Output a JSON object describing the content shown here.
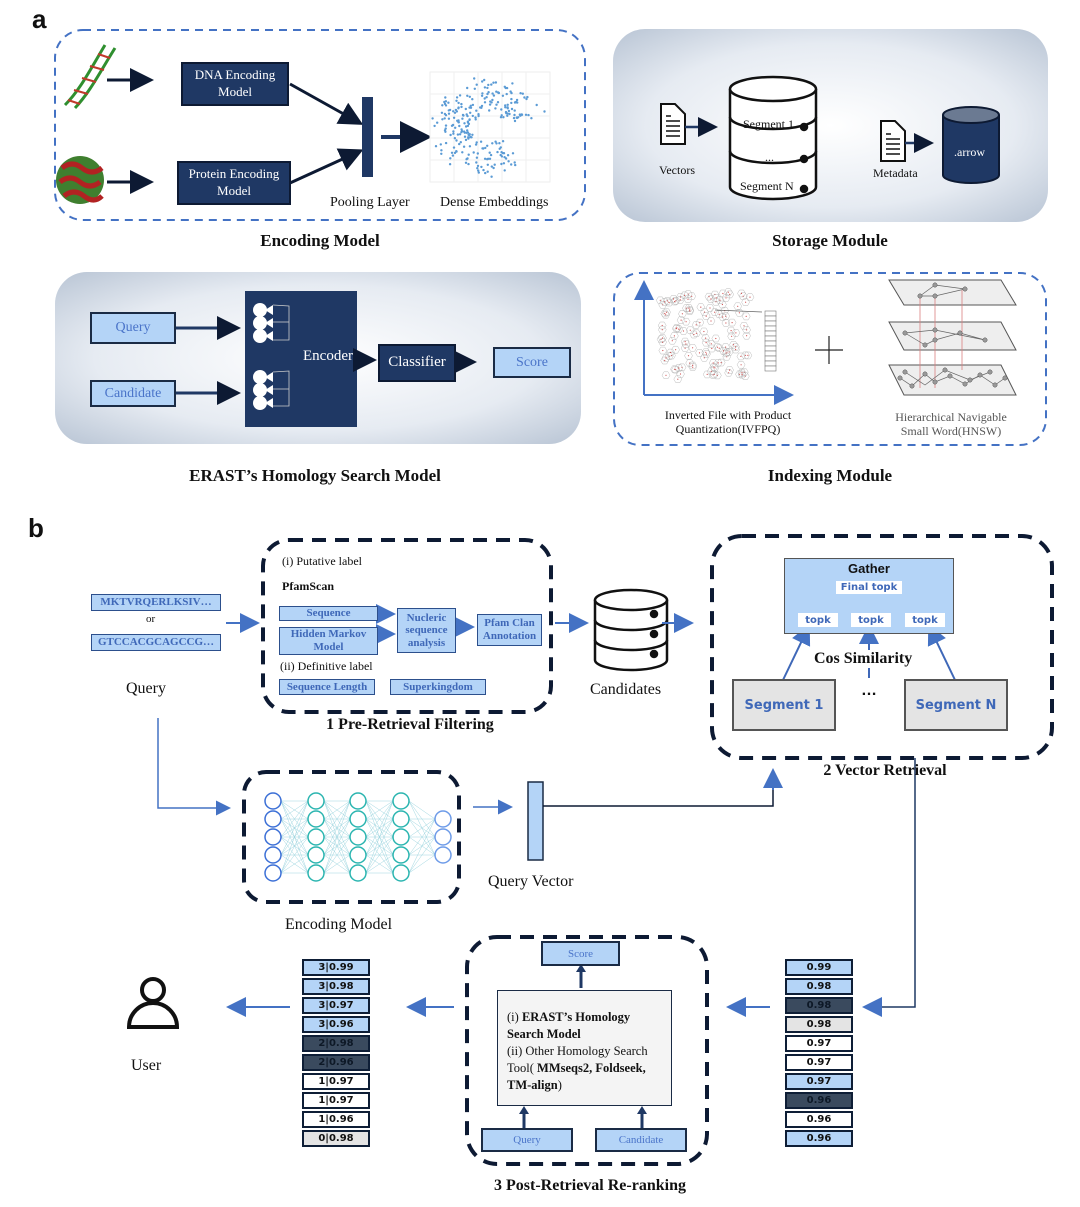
{
  "panel_a": {
    "letter": "a",
    "encoding_model": {
      "caption": "Encoding Model",
      "dna_box": "DNA Encoding Model",
      "protein_box": "Protein Encoding Model",
      "pooling_label": "Pooling Layer",
      "embeddings_label": "Dense Embeddings"
    },
    "storage_module": {
      "caption": "Storage Module",
      "vectors_label": "Vectors",
      "segments": [
        "Segment 1",
        "...",
        "Segment N"
      ],
      "metadata_label": "Metadata",
      "arrow_db_label": ".arrow"
    },
    "homology_model": {
      "caption": "ERAST’s Homology Search Model",
      "query": "Query",
      "candidate": "Candidate",
      "encoder": "Encoder",
      "classifier": "Classifier",
      "score": "Score"
    },
    "indexing_module": {
      "caption": "Indexing Module",
      "ivfpq_label_line1": "Inverted File with Product",
      "ivfpq_label_line2": "Quantization(IVFPQ)",
      "plus": "+",
      "hnsw_label_line1": "Hierarchical Navigable",
      "hnsw_label_line2": "Small Word(HNSW)"
    }
  },
  "panel_b": {
    "letter": "b",
    "query": {
      "protein_seq": "MKTVRQERLKSIV…",
      "or": "or",
      "dna_seq": "GTCCACGCAGCCG…",
      "label": "Query"
    },
    "pre_retrieval": {
      "caption": "1 Pre-Retrieval Filtering",
      "putative_label": "(i) Putative label",
      "pfamscan": "PfamScan",
      "sequence": "Sequence",
      "hmm": "Hidden Markov Model",
      "nucleric": "Nucleric sequence analysis",
      "pfam_clan": "Pfam Clan Annotation",
      "definitive_label": "(ii) Definitive label",
      "sequence_length": "Sequence Length",
      "superkingdom": "Superkingdom"
    },
    "candidates_label": "Candidates",
    "vector_retrieval": {
      "caption": "2 Vector Retrieval",
      "gather": "Gather",
      "final_topk": "Final topk",
      "topk": [
        "topk",
        "topk",
        "topk"
      ],
      "cos_similarity": "Cos Similarity",
      "segment_1": "Segment 1",
      "ellipsis": "…",
      "segment_n": "Segment N"
    },
    "encoding_model_label": "Encoding Model",
    "query_vector_label": "Query Vector",
    "reranking": {
      "caption": "3 Post-Retrieval Re-ranking",
      "score": "Score",
      "method_i_prefix": "(i) ",
      "method_i_bold": "ERAST’s Homology Search Model",
      "method_ii_prefix": "(ii) Other Homology Search Tool( ",
      "method_ii_bold": "MMseqs2, Foldseek, TM-align",
      "method_ii_suffix": ")",
      "query": "Query",
      "candidate": "Candidate"
    },
    "retrieved_scores": [
      {
        "text": "0.99",
        "style": "light"
      },
      {
        "text": "0.98",
        "style": "light"
      },
      {
        "text": "0.98",
        "style": "dark"
      },
      {
        "text": "0.98",
        "style": "gray"
      },
      {
        "text": "0.97",
        "style": "white"
      },
      {
        "text": "0.97",
        "style": "white"
      },
      {
        "text": "0.97",
        "style": "light"
      },
      {
        "text": "0.96",
        "style": "dark"
      },
      {
        "text": "0.96",
        "style": "white"
      },
      {
        "text": "0.96",
        "style": "light"
      }
    ],
    "reranked_scores": [
      {
        "text": "3|0.99",
        "style": "light"
      },
      {
        "text": "3|0.98",
        "style": "light"
      },
      {
        "text": "3|0.97",
        "style": "light"
      },
      {
        "text": "3|0.96",
        "style": "light"
      },
      {
        "text": "2|0.98",
        "style": "dark"
      },
      {
        "text": "2|0.96",
        "style": "dark"
      },
      {
        "text": "1|0.97",
        "style": "white"
      },
      {
        "text": "1|0.97",
        "style": "white"
      },
      {
        "text": "1|0.96",
        "style": "white"
      },
      {
        "text": "0|0.98",
        "style": "gray"
      }
    ],
    "user_label": "User"
  },
  "colors": {
    "navy": "#1f3864",
    "light_blue": "#b4d4f7",
    "arrow_blue": "#4472c4",
    "dash_navy": "#0d1a33",
    "dash_blue": "#4472c4"
  }
}
